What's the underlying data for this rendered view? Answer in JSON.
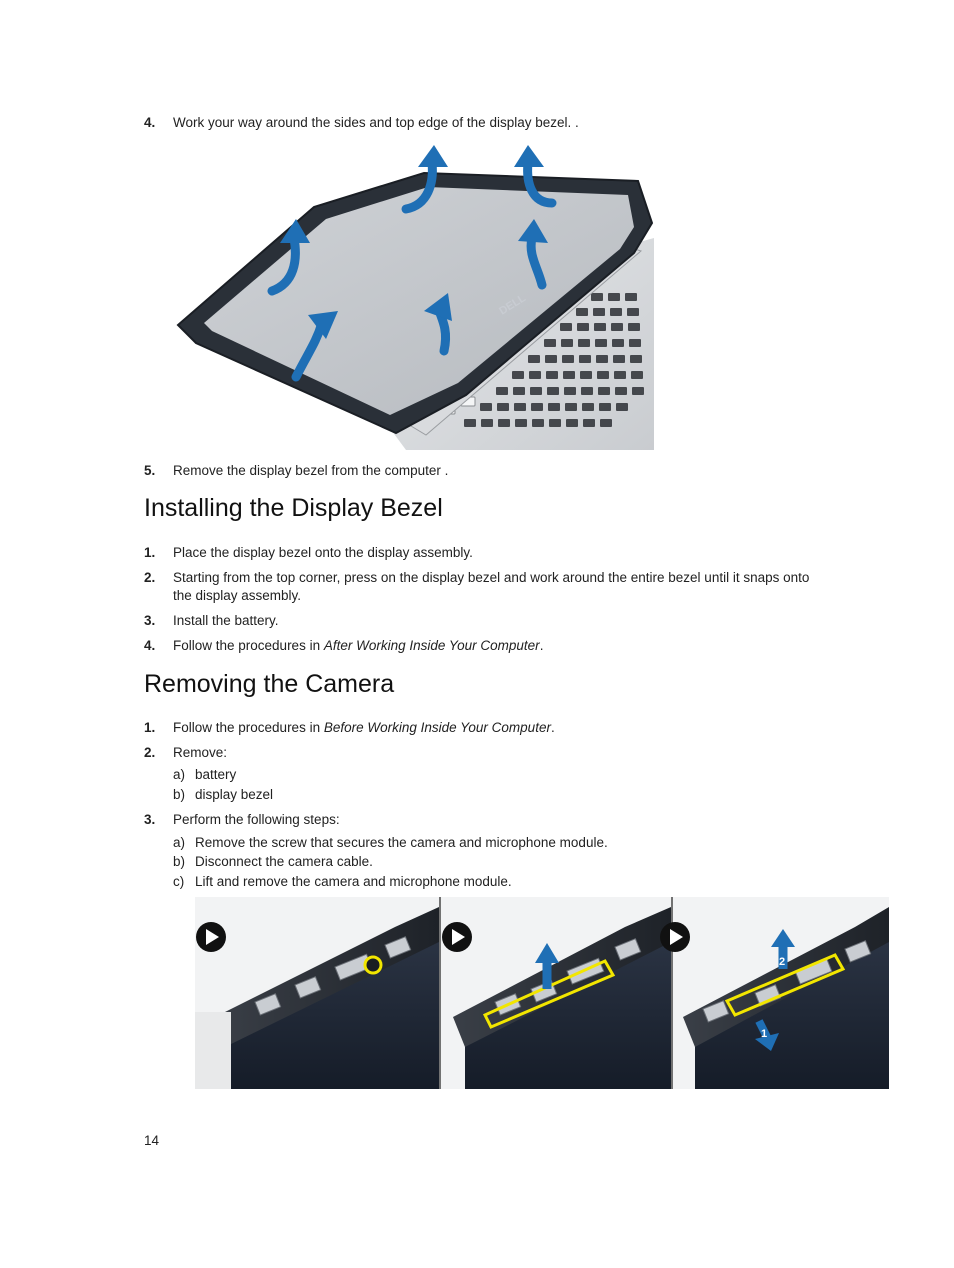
{
  "section_a": {
    "steps": [
      {
        "num": "4.",
        "text": "Work your way around the sides and top edge of the display bezel. ."
      },
      {
        "num": "5.",
        "text": "Remove the display bezel from the computer ."
      }
    ]
  },
  "install": {
    "title": "Installing the Display Bezel",
    "steps": [
      {
        "num": "1.",
        "text": "Place the display bezel onto the display assembly."
      },
      {
        "num": "2.",
        "text": "Starting from the top corner, press on the display bezel and work around the entire bezel until it snaps onto the display assembly."
      },
      {
        "num": "3.",
        "text": "Install the battery."
      },
      {
        "num": "4.",
        "text_before": "Follow the procedures in ",
        "text_italic": "After Working Inside Your Computer",
        "text_after": "."
      }
    ]
  },
  "remove_camera": {
    "title": "Removing the Camera",
    "steps": [
      {
        "num": "1.",
        "text_before": "Follow the procedures in ",
        "text_italic": "Before Working Inside Your Computer",
        "text_after": "."
      },
      {
        "num": "2.",
        "text": "Remove:"
      },
      {
        "num": "3.",
        "text": "Perform the following steps:"
      }
    ],
    "remove_items": [
      {
        "letter": "a)",
        "text": "battery"
      },
      {
        "letter": "b)",
        "text": "display bezel"
      }
    ],
    "perform_items": [
      {
        "letter": "a)",
        "text": "Remove the screw that secures the camera and microphone module."
      },
      {
        "letter": "b)",
        "text": "Disconnect the camera cable."
      },
      {
        "letter": "c)",
        "text": "Lift and remove the camera and microphone module."
      }
    ]
  },
  "figure_labels": {
    "logo": "DELL",
    "arrow_one": "1",
    "arrow_two": "2"
  },
  "colors": {
    "arrow_blue": "#1f6fb5",
    "highlight_yellow": "#f2e600",
    "panel_dark": "#1c2533"
  },
  "page_number": "14"
}
